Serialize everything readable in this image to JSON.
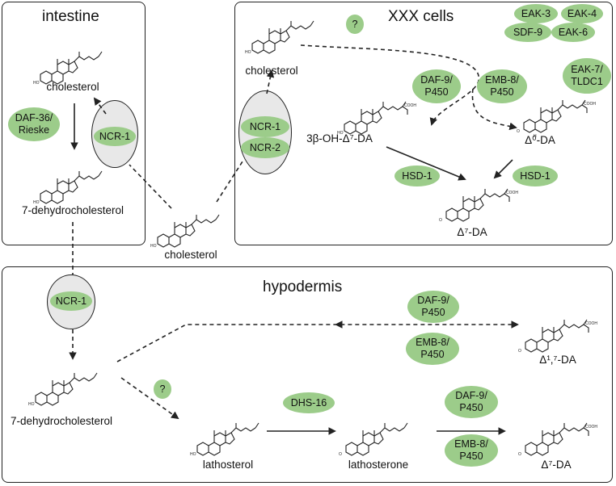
{
  "panels": {
    "intestine": "intestine",
    "xxx": "XXX cells",
    "hypodermis": "hypodermis"
  },
  "molecules": {
    "int_cholesterol": "cholesterol",
    "int_7dhc": "7-dehydrocholesterol",
    "center_cholesterol": "cholesterol",
    "xxx_cholesterol": "cholesterol",
    "xxx_3b": "3β-OH-Δ⁷-DA",
    "xxx_d0": "Δ⁰-DA",
    "xxx_d7": "Δ⁷-DA",
    "hyp_7dhc": "7-dehydrocholesterol",
    "hyp_d17": "Δ¹,⁷-DA",
    "hyp_lathosterol": "lathosterol",
    "hyp_lathosterone": "lathosterone",
    "hyp_d7": "Δ⁷-DA"
  },
  "enzymes": {
    "daf36": "DAF-36/\nRieske",
    "ncr1_int": "NCR-1",
    "ncr1_xxx": "NCR-1",
    "ncr2_xxx": "NCR-2",
    "q_xxx": "?",
    "eak3": "EAK-3",
    "eak4": "EAK-4",
    "sdf9": "SDF-9",
    "eak6": "EAK-6",
    "eak7": "EAK-7/\nTLDC1",
    "daf9_xxx": "DAF-9/\nP450",
    "emb8_xxx": "EMB-8/\nP450",
    "hsd1_a": "HSD-1",
    "hsd1_b": "HSD-1",
    "ncr1_hyp": "NCR-1",
    "daf9_hyp1": "DAF-9/\nP450",
    "emb8_hyp1": "EMB-8/\nP450",
    "q_hyp": "?",
    "dhs16": "DHS-16",
    "daf9_hyp2": "DAF-9/\nP450",
    "emb8_hyp2": "EMB-8/\nP450"
  },
  "small_labels": {
    "ho": "HO",
    "o": "O",
    "cooh": "COOH",
    "h": "H"
  },
  "colors": {
    "enzyme": "#9ccc8a",
    "transporter": "#e8e8e8",
    "line": "#222222"
  }
}
